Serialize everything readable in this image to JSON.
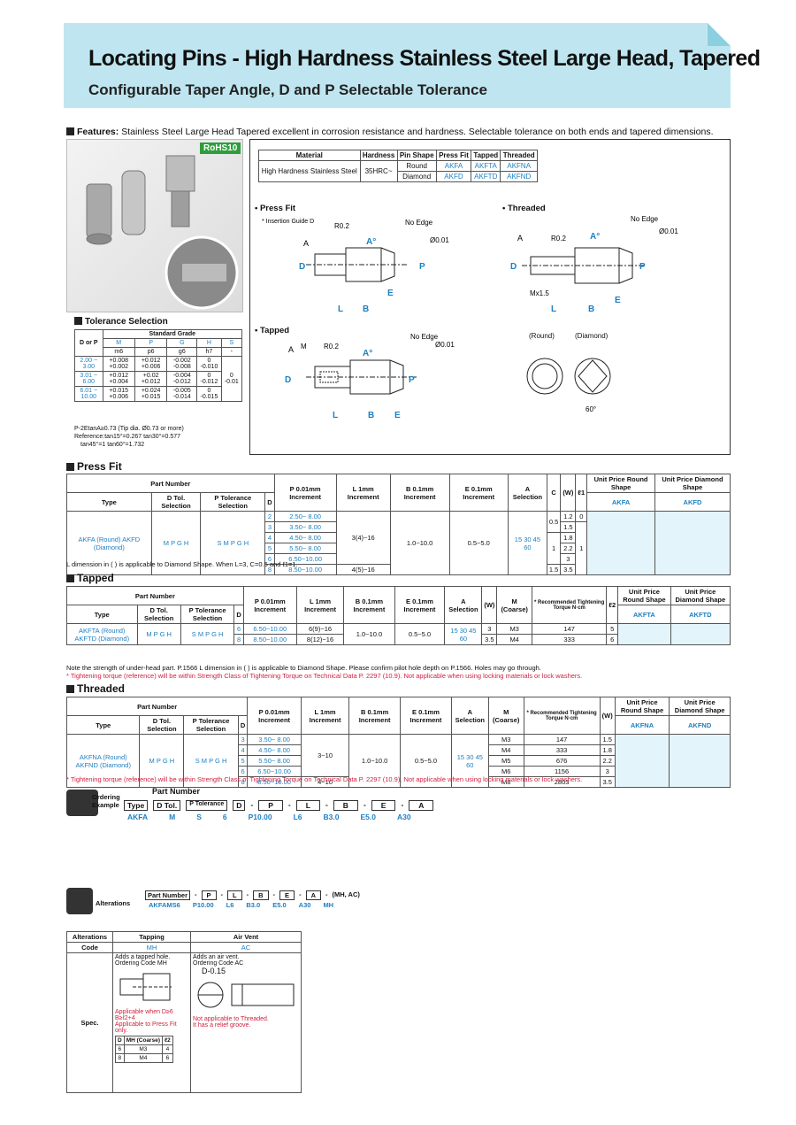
{
  "header": {
    "title": "Locating Pins - High Hardness Stainless Steel Large Head, Tapered",
    "subtitle": "Configurable Taper Angle, D and P Selectable Tolerance"
  },
  "features": {
    "label": "Features:",
    "text": "Stainless Steel Large Head Tapered excellent in corrosion resistance and hardness. Selectable tolerance on both ends and tapered dimensions."
  },
  "rohs": "RoHS10",
  "material_table": {
    "h_material": "Material",
    "h_hardness": "Hardness",
    "h_shape": "Pin Shape",
    "h_press": "Press Fit",
    "h_tapped": "Tapped",
    "h_threaded": "Threaded",
    "material": "High Hardness Stainless Steel",
    "hardness": "35HRC~",
    "round": "Round",
    "diamond": "Diamond",
    "round_codes": [
      "AKFA",
      "AKFTA",
      "AKFNA"
    ],
    "diamond_codes": [
      "AKFD",
      "AKFTD",
      "AKFND"
    ]
  },
  "drawings": {
    "press_fit": "• Press Fit",
    "threaded": "• Threaded",
    "tapped": "• Tapped",
    "insertion": "* Insertion Guide D",
    "r02": "R0.2",
    "no_edge": "No Edge",
    "flat": "Ø0.01",
    "round": "(Round)",
    "diamond": "(Diamond)",
    "mx": "Mx1.5"
  },
  "tolerance": {
    "title": "Tolerance Selection",
    "std_grade": "Standard Grade",
    "dorp": "D or P",
    "grades": [
      "M",
      "P",
      "G",
      "H",
      "S"
    ],
    "fits": [
      "m6",
      "p6",
      "g6",
      "h7",
      "-"
    ],
    "rows": [
      {
        "range": "2.00 ~ 3.00",
        "m": "+0.008 +0.002",
        "p": "+0.012 +0.006",
        "g": "-0.002 -0.008",
        "h": "0 -0.010"
      },
      {
        "range": "3.01 ~ 6.00",
        "m": "+0.012 +0.004",
        "p": "+0.02 +0.012",
        "g": "-0.004 -0.012",
        "h": "0 -0.012"
      },
      {
        "range": "6.01 ~ 10.00",
        "m": "+0.015 +0.006",
        "p": "+0.024 +0.015",
        "g": "-0.005 -0.014",
        "h": "0 -0.015"
      }
    ],
    "s_value": "0 -0.01",
    "notes": [
      "P-2EtanA≥0.73 (Tip dia. Ø0.73 or more)",
      "Reference:tan15°=0.267   tan30°=0.577",
      "tan45°=1   tan60°=1.732"
    ]
  },
  "press_fit": {
    "title": "Press Fit",
    "headers": [
      "Part Number",
      "Type",
      "D Tol. Selection",
      "P Tolerance Selection",
      "D",
      "P 0.01mm Increment",
      "L 1mm Increment",
      "B 0.1mm Increment",
      "E 0.1mm Increment",
      "A Selection",
      "C",
      "(W)",
      "ℓ1",
      "Unit Price Round Shape",
      "Unit Price Diamond Shape",
      "AKFA",
      "AKFD"
    ],
    "type": "AKFA (Round) AKFD (Diamond)",
    "dtol": "M P G H",
    "ptol": "S M P G H",
    "rows": [
      {
        "d": "2",
        "p": "2.50~ 8.00",
        "w": "1.2"
      },
      {
        "d": "3",
        "p": "3.50~ 8.00",
        "w": "1.5"
      },
      {
        "d": "4",
        "p": "4.50~ 8.00",
        "w": "1.8"
      },
      {
        "d": "5",
        "p": "5.50~ 8.00",
        "w": "2.2"
      },
      {
        "d": "6",
        "p": "6.50~10.00",
        "w": "3"
      },
      {
        "d": "8",
        "p": "8.50~10.00",
        "w": "3.5"
      }
    ],
    "l1": "3(4)~16",
    "l2": "4(5)~16",
    "b": "1.0~10.0",
    "e": "0.5~5.0",
    "a": "15 30 45 60",
    "c": [
      "0.5",
      "1",
      "1.5"
    ],
    "l1v": [
      "0",
      "1"
    ],
    "note": "L dimension in ( ) is applicable to Diamond Shape.   When L=3, C=0.5 and ℓ1=1."
  },
  "tapped": {
    "title": "Tapped",
    "headers": [
      "Part Number",
      "Type",
      "D Tol. Selection",
      "P Tolerance Selection",
      "D",
      "P 0.01mm Increment",
      "L 1mm Increment",
      "B 0.1mm Increment",
      "E 0.1mm Increment",
      "A Selection",
      "(W)",
      "M (Coarse)",
      "* Recommended Tightening Torque N·cm",
      "ℓ2",
      "Unit Price Round Shape",
      "Unit Price Diamond Shape",
      "AKFTA",
      "AKFTD"
    ],
    "type": "AKFTA (Round) AKFTD (Diamond)",
    "rows": [
      {
        "d": "6",
        "p": "6.50~10.00",
        "l": "6(9)~16",
        "w": "3",
        "m": "M3",
        "t": "147",
        "l2": "5"
      },
      {
        "d": "8",
        "p": "8.50~10.00",
        "l": "8(12)~16",
        "w": "3.5",
        "m": "M4",
        "t": "333",
        "l2": "6"
      }
    ],
    "b": "1.0~10.0",
    "e": "0.5~5.0",
    "note1": "Note the strength of under-head part. P.1566   L dimension in ( ) is applicable to Diamond Shape.   Please confirm pilot hole depth on P.1566. Holes may go through.",
    "note2": "* Tightening torque (reference) will be within Strength Class of Tightening Torque on Technical Data P. 2297 (10.9). Not applicable when using locking materials or lock washers."
  },
  "threaded": {
    "title": "Threaded",
    "headers": [
      "Part Number",
      "Type",
      "D Tol. Selection",
      "P Tolerance Selection",
      "D",
      "P 0.01mm Increment",
      "L 1mm Increment",
      "B 0.1mm Increment",
      "E 0.1mm Increment",
      "A Selection",
      "M (Coarse)",
      "* Recommended Tightening Torque N·cm",
      "(W)",
      "Unit Price Round Shape",
      "Unit Price Diamond Shape",
      "AKFNA",
      "AKFND"
    ],
    "type": "AKFNA (Round) AKFND (Diamond)",
    "rows": [
      {
        "d": "3",
        "p": "3.50~ 8.00",
        "m": "M3",
        "t": "147",
        "w": "1.5"
      },
      {
        "d": "4",
        "p": "4.50~ 8.00",
        "m": "M4",
        "t": "333",
        "w": "1.8"
      },
      {
        "d": "5",
        "p": "5.50~ 8.00",
        "m": "M5",
        "t": "676",
        "w": "2.2"
      },
      {
        "d": "6",
        "p": "6.50~10.00",
        "m": "M6",
        "t": "1156",
        "w": "3"
      },
      {
        "d": "8",
        "p": "8.50~10.00",
        "m": "M8",
        "t": "2803",
        "w": "3.5"
      }
    ],
    "l1": "3~10",
    "l2": "4~10",
    "b": "1.0~10.0",
    "e": "0.5~5.0",
    "note": "* Tightening torque (reference) will be within Strength Class of Tightening Torque on Technical Data P. 2297 (10.9). Not applicable when using locking materials or lock washers."
  },
  "ordering": {
    "label": "Ordering Example",
    "part_number": "Part Number",
    "cols": [
      "Type",
      "D Tol.",
      "P Tolerance",
      "D",
      "P",
      "L",
      "B",
      "E",
      "A"
    ],
    "values": [
      "AKFA",
      "M",
      "S",
      "6",
      "P10.00",
      "L6",
      "B3.0",
      "E5.0",
      "A30"
    ]
  },
  "alterations": {
    "label": "Alterations",
    "part_number": "Part Number",
    "cols": [
      "P",
      "L",
      "B",
      "E",
      "A",
      "(MH, AC)"
    ],
    "values": [
      "AKFAMS6",
      "P10.00",
      "L6",
      "B3.0",
      "E5.0",
      "A30",
      "MH"
    ],
    "table": {
      "h_alt": "Alterations",
      "h_tap": "Tapping",
      "h_vent": "Air Vent",
      "h_code": "Code",
      "code_tap": "MH",
      "code_vent": "AC",
      "h_spec": "Spec.",
      "tap_desc": "Adds a tapped hole.",
      "tap_code": "Ordering Code MH",
      "tap_notes": [
        "Applicable when D≥6",
        "B≥ℓ2+4",
        "Applicable to Press Fit only."
      ],
      "vent_desc": "Adds an air vent.",
      "vent_code": "Ordering Code AC",
      "vent_dim": "D-0.15",
      "vent_notes": [
        "Not applicable to Threaded.",
        "It has a relief groove."
      ],
      "mini_headers": [
        "D",
        "MH (Coarse)",
        "ℓ2"
      ],
      "mini_rows": [
        [
          "6",
          "M3",
          "4"
        ],
        [
          "8",
          "M4",
          "6"
        ]
      ]
    }
  }
}
